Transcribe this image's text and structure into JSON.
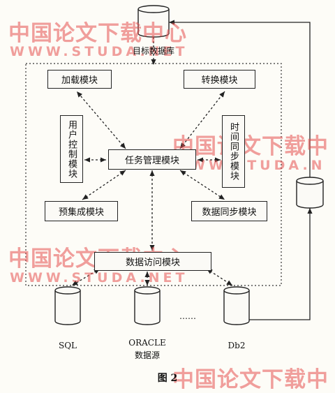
{
  "figure": {
    "caption": "图 2",
    "target_db": "目标数据库",
    "modules": {
      "load": "加载模块",
      "transform": "转换模块",
      "user_control": "用户控制模块",
      "time_sync": "时间同步模块",
      "task_mgmt": "任务管理模块",
      "preaggregate": "预集成模块",
      "data_sync": "数据同步模块",
      "data_access": "数据访问模块"
    },
    "sources": {
      "sql": "SQL",
      "oracle": "ORACLE",
      "oracle_sub": "数据源",
      "ellipsis": "……",
      "db2": "Db2"
    }
  },
  "watermark": {
    "cn": "中国论文下载中心",
    "cn_short": "中国论文下载中",
    "en": "WWW.STUDA.NET",
    "en_short": "WWW.STUDA.N"
  }
}
